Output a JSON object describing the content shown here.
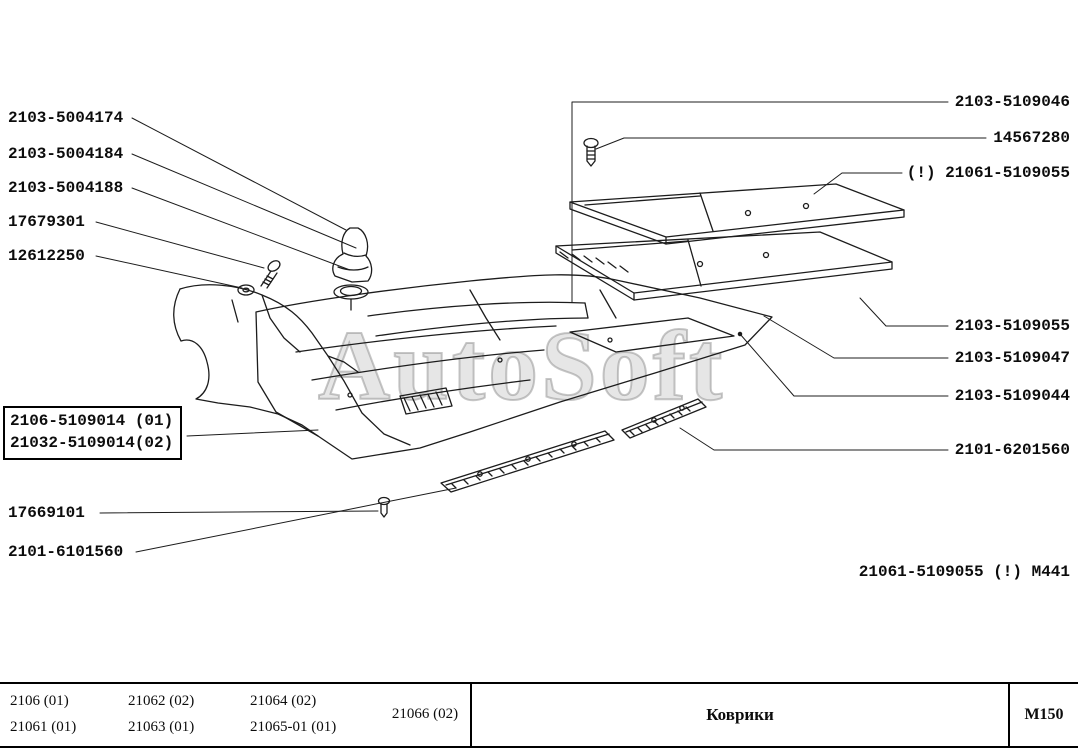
{
  "watermark": "AutoSoft",
  "diagram": {
    "labels_left": [
      {
        "text": "2103-5004174"
      },
      {
        "text": "2103-5004184"
      },
      {
        "text": "2103-5004188"
      },
      {
        "text": "17679301"
      },
      {
        "text": "12612250"
      },
      {
        "text": "17669101"
      },
      {
        "text": "2101-6101560"
      }
    ],
    "boxed_labels": [
      "2106-5109014 (01)",
      "21032-5109014(02)"
    ],
    "labels_right": [
      {
        "text": "2103-5109046"
      },
      {
        "text": "14567280"
      },
      {
        "text": "(!) 21061-5109055"
      },
      {
        "text": "2103-5109055"
      },
      {
        "text": "2103-5109047"
      },
      {
        "text": "2103-5109044"
      },
      {
        "text": "2101-6201560"
      }
    ],
    "note_bottom_right": "21061-5109055 (!) М441"
  },
  "footer": {
    "models": [
      [
        "2106 (01)",
        "21061 (01)"
      ],
      [
        "21062 (02)",
        "21063 (01)"
      ],
      [
        "21064 (02)",
        "21065-01 (01)"
      ],
      [
        "21066 (02)"
      ]
    ],
    "section_title": "Коврики",
    "page_code": "М150"
  }
}
